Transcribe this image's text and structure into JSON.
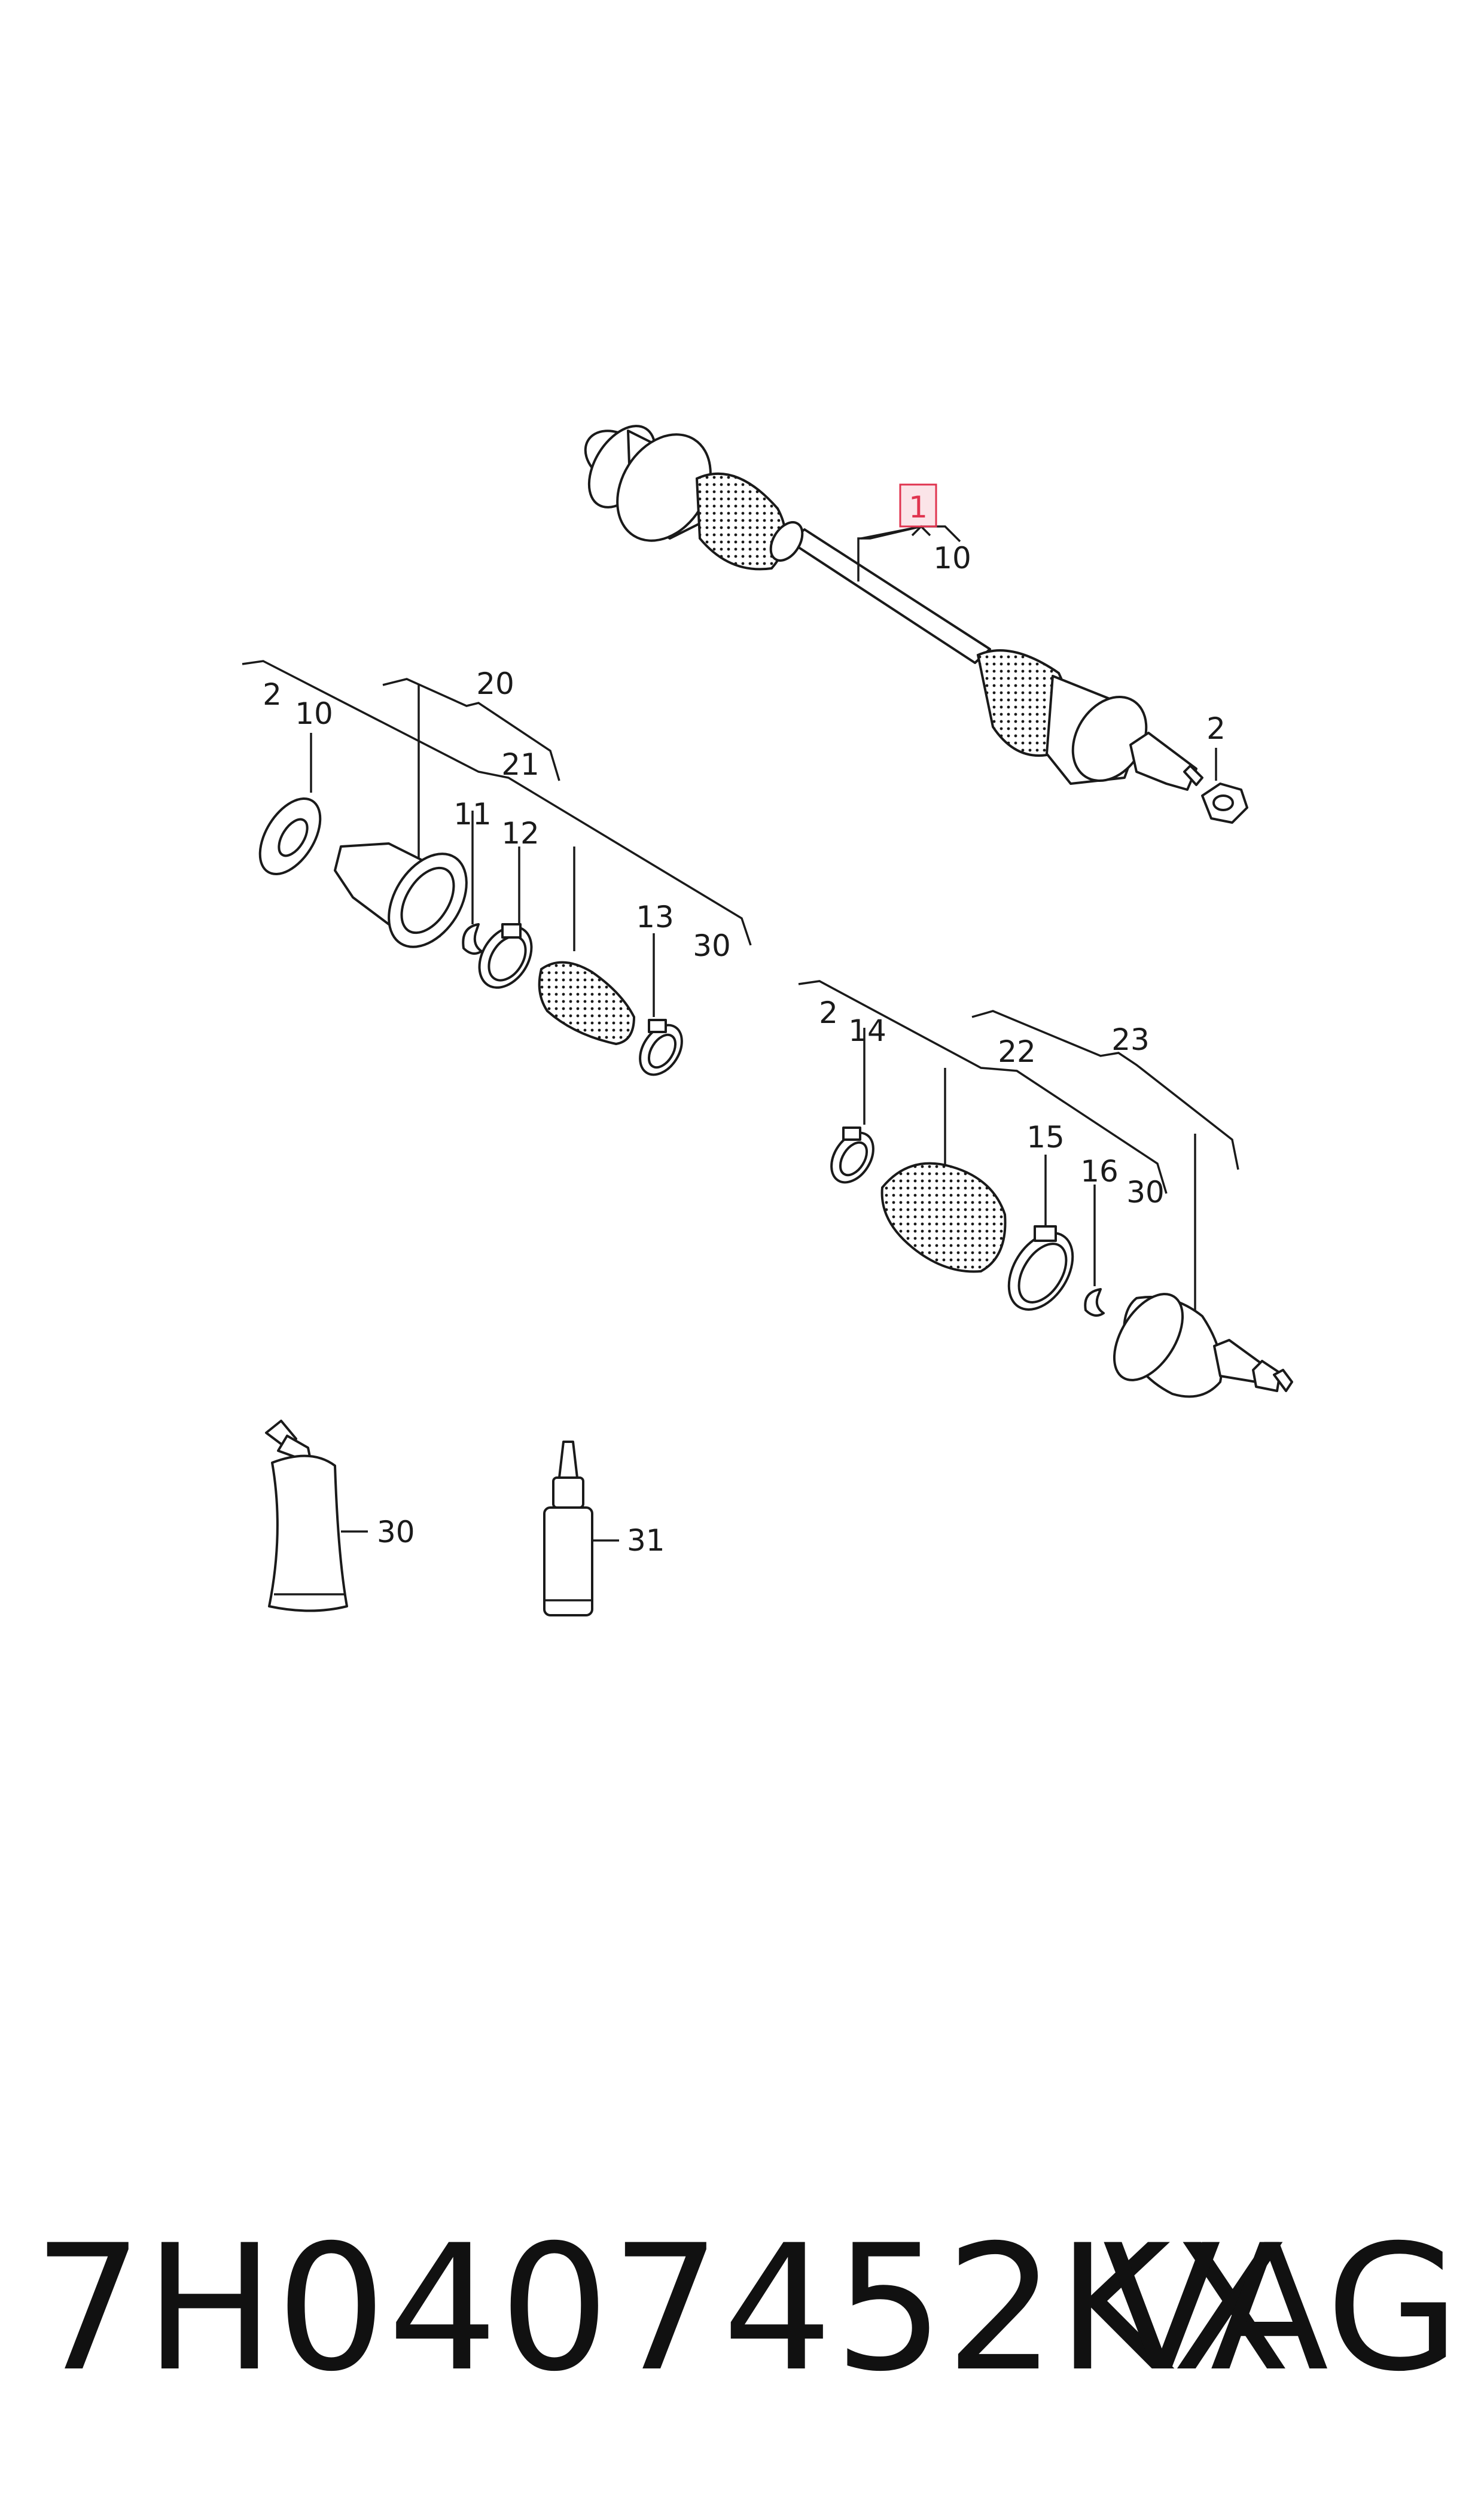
{
  "callouts": {
    "c1": "1",
    "c10_top": "10",
    "c2_shaft": "2",
    "c2_left": "2",
    "c10_left": "10",
    "c20": "20",
    "c21": "21",
    "c11": "11",
    "c12": "12",
    "c13": "13",
    "c30_left": "30",
    "c2_right": "2",
    "c14": "14",
    "c22": "22",
    "c23": "23",
    "c15": "15",
    "c16": "16",
    "c30_right": "30",
    "c30_tube": "30",
    "c31": "31"
  },
  "footer": {
    "part_number": "7H0407452KX",
    "brand": "VAG"
  },
  "colors": {
    "highlight": "#e0344f",
    "ink": "#1a1a1a"
  }
}
